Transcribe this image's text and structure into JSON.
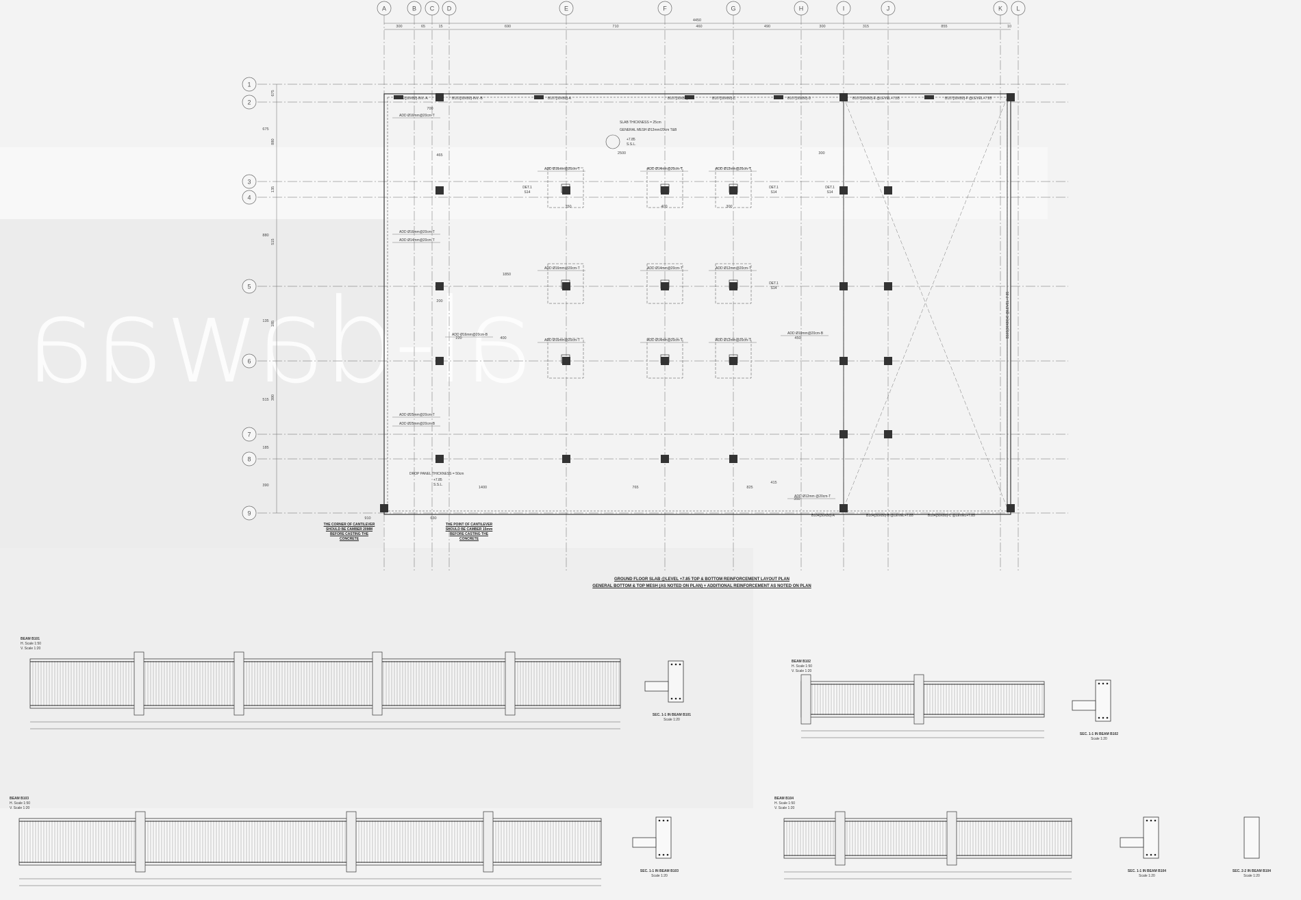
{
  "watermark": "al-dawaa",
  "grid": {
    "columns": [
      {
        "id": "A",
        "dim": "300"
      },
      {
        "id": "B",
        "dim": "65"
      },
      {
        "id": "C",
        "dim": "15"
      },
      {
        "id": "D",
        "dim": "690"
      },
      {
        "id": "E",
        "dim": "710"
      },
      {
        "id": "F",
        "dim": "460"
      },
      {
        "id": "G",
        "dim": "490"
      },
      {
        "id": "H",
        "dim": "300"
      },
      {
        "id": "I",
        "dim": "315"
      },
      {
        "id": "J",
        "dim": "855"
      },
      {
        "id": "K",
        "dim": "10"
      },
      {
        "id": "L",
        "dim": ""
      }
    ],
    "total_dim": "4450",
    "rows": [
      {
        "id": "1",
        "dim": "675"
      },
      {
        "id": "2",
        "dim": "880"
      },
      {
        "id": "3",
        "dim": "135"
      },
      {
        "id": "4",
        "dim": "515"
      },
      {
        "id": "5",
        "dim": "185"
      },
      {
        "id": "6",
        "dim": "390"
      },
      {
        "id": "7",
        "dim": ""
      },
      {
        "id": "8",
        "dim": ""
      },
      {
        "id": "9",
        "dim": ""
      }
    ]
  },
  "plan": {
    "beams_top": [
      "B102[30X80]-INV.-A",
      "B101[30X80]-INV.-B",
      "B107[30X80]-A",
      "B107[30X80]-B",
      "B107[30X80]-C",
      "B107[30X80]-D",
      "B107[30X80]-E @LEVEL+7.85",
      "B107[30X80]-F @LEVEL+7.85"
    ],
    "beams_bottom": [
      "B104[30X80]-A",
      "B104[30X80]-B @LEVEL+7.85",
      "B104[30X80]-C @LEVEL+7.85"
    ],
    "beam_right": "B105[30X80]-E @LEVEL+7.85",
    "slab_note": "SLAB THICKNESS = 25cm",
    "mesh_note": "GENERAL MESH Ø12mm/20cm T&B",
    "level": "+7.85",
    "ssl": "S.S.L.",
    "drop_panel": "DROP PANEL THICKNESS = 50cm",
    "add_labels": [
      "ADD Ø16mm@20cm-T",
      "ADD Ø14mm@20cm-T",
      "ADD Ø12mm@20cm-T",
      "ADD Ø16mm@20cm-B",
      "ADD Ø25mm@20cm-T",
      "ADD Ø25mm@20cm-B",
      "ADD Ø10mm@20cm-B",
      "ADD Ø12mm @20cm-T"
    ],
    "det": "DET.1",
    "det_sheet": "S14",
    "dims": [
      "700",
      "465",
      "2500",
      "300",
      "220",
      "400",
      "450",
      "1400",
      "765",
      "825",
      "350",
      "400",
      "300",
      "200",
      "415",
      "350",
      "630",
      "910",
      "1850",
      "675",
      "880",
      "135",
      "515",
      "185",
      "390"
    ]
  },
  "notes": {
    "corner": "THE CORNER OF CANTILEVER SHOULD BE CAMBER 20MM BEFORE CASTING THE CONCRETE",
    "point": "THE POINT OF CANTILEVER SHOULD BE CAMBER 15mm BEFORE CASTING THE CONCRETE"
  },
  "titles": {
    "main": "GROUND FLOOR SLAB @LEVEL +7.85 TOP & BOTTOM REINFORCEMENT LAYOUT PLAN",
    "sub": "GENERAL BOTTOM & TOP MESH (AS NOTED ON PLAN) + ADDITIONAL REINFORCEMENT AS NOTED ON PLAN"
  },
  "beams": [
    {
      "name": "BEAM B101",
      "hscale": "H. Scale 1:50",
      "vscale": "V. Scale 1:20",
      "section": "SEC. 1-1 IN BEAM B101",
      "scale": "Scale 1:20"
    },
    {
      "name": "BEAM B102",
      "hscale": "H. Scale 1:50",
      "vscale": "V. Scale 1:20",
      "section": "SEC. 1-1 IN BEAM B102",
      "scale": "Scale 1:20"
    },
    {
      "name": "BEAM B103",
      "hscale": "H. Scale 1:50",
      "vscale": "V. Scale 1:20",
      "section": "SEC. 1-1 IN BEAM B103",
      "scale": "Scale 1:20"
    },
    {
      "name": "BEAM B104",
      "hscale": "H. Scale 1:50",
      "vscale": "V. Scale 1:20",
      "section": "SEC. 1-1 IN BEAM B104",
      "scale": "Scale 1:20"
    },
    {
      "name": "",
      "hscale": "",
      "vscale": "",
      "section": "SEC. 2-2 IN BEAM B104",
      "scale": "Scale 1:20"
    }
  ],
  "colors": {
    "line": "#333333",
    "grid": "#666666",
    "column": "#333333",
    "bg": "#f3f3f3"
  }
}
